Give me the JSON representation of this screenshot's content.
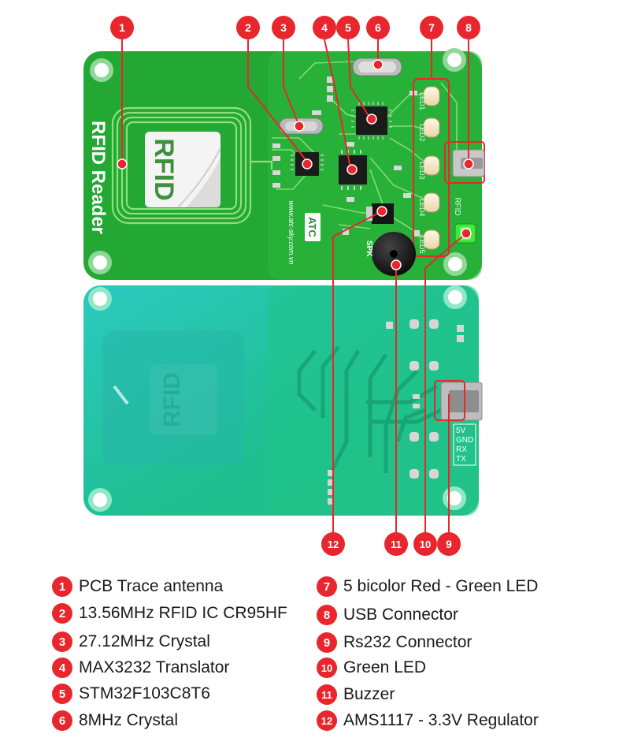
{
  "board": {
    "front_title": "RFID Reader",
    "card_label": "RFID",
    "logo_text": "ATC",
    "website": "www.atc-sky.com.vn",
    "spk_label": "SPK",
    "rfid_label": "RFID",
    "led_labels": [
      "LED1",
      "LED2",
      "LED3",
      "LED4",
      "LED5"
    ],
    "back_card_label": "RFID",
    "pin_labels": [
      "5V",
      "GND",
      "RX",
      "TX"
    ]
  },
  "callouts": [
    {
      "num": "1",
      "label": "PCB Trace antenna"
    },
    {
      "num": "2",
      "label": "13.56MHz RFID IC CR95HF"
    },
    {
      "num": "3",
      "label": "27.12MHz Crystal"
    },
    {
      "num": "4",
      "label": "MAX3232 Translator"
    },
    {
      "num": "5",
      "label": "STM32F103C8T6"
    },
    {
      "num": "6",
      "label": "8MHz Crystal"
    },
    {
      "num": "7",
      "label": "5 bicolor Red - Green LED"
    },
    {
      "num": "8",
      "label": "USB Connector"
    },
    {
      "num": "9",
      "label": "Rs232 Connector"
    },
    {
      "num": "10",
      "label": "Green LED"
    },
    {
      "num": "11",
      "label": "Buzzer"
    },
    {
      "num": "12",
      "label": "AMS1117 - 3.3V Regulator"
    }
  ],
  "colors": {
    "front_pcb": "#22a833",
    "back_pcb": "#1fbf8f",
    "callout_red": "#e8262d",
    "leader_line": "#e8262d"
  }
}
